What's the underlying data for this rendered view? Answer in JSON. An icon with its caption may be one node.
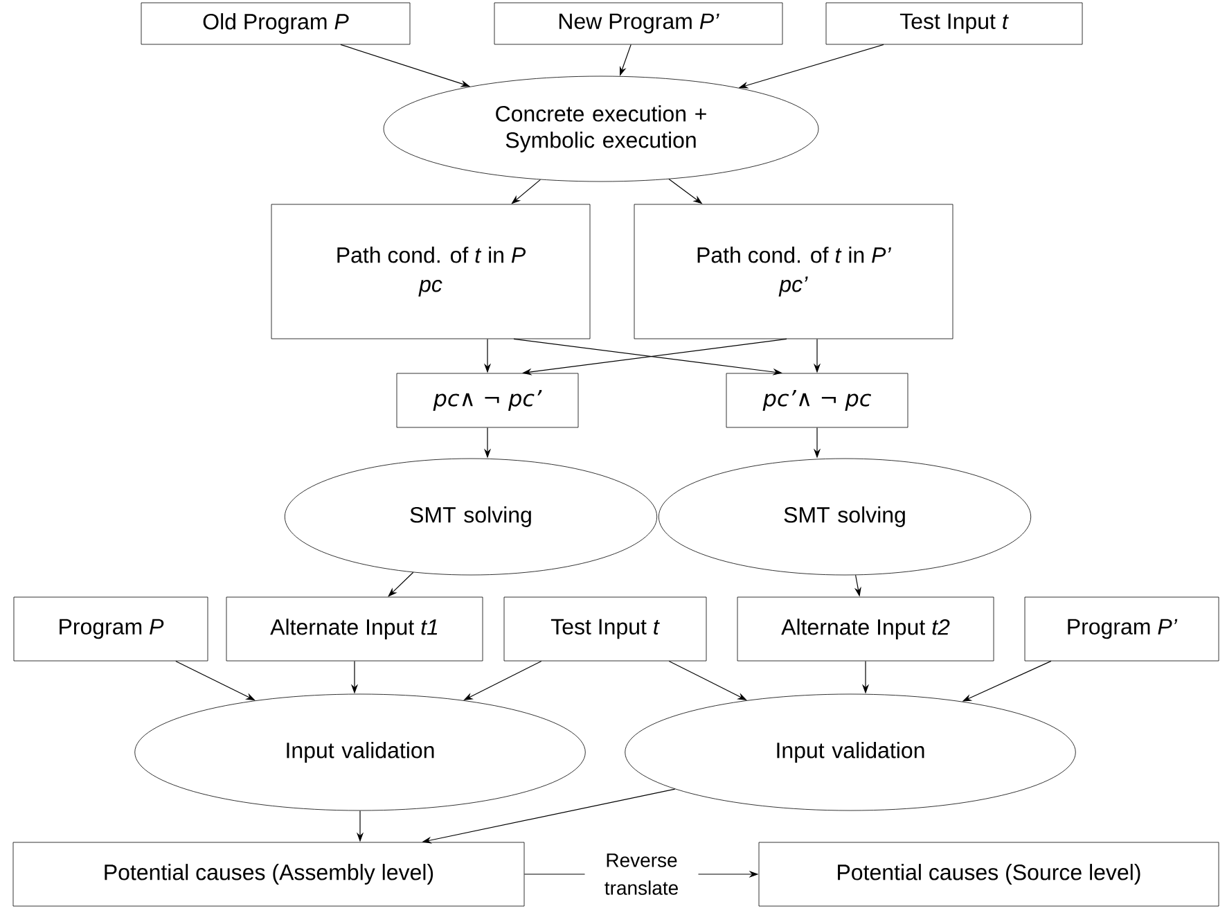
{
  "diagram": {
    "nodes": [
      {
        "text": [
          "Old Program *P*"
        ]
      },
      {
        "text": [
          "New Program *P’*"
        ]
      },
      {
        "text": [
          "Test Input *t*"
        ]
      },
      {
        "text": [
          "Concrete execution + Symbolic execution"
        ]
      },
      {
        "text": [
          "Path cond. of *t* in *P*",
          "*pc*"
        ]
      },
      {
        "text": [
          "Path cond. of *t* in *P’*",
          "*pc’*"
        ]
      },
      {
        "text": [
          "*pc*∧ ¬ *pc’*"
        ]
      },
      {
        "text": [
          "*pc’*∧ ¬ *pc*"
        ]
      },
      {
        "text": [
          "SMT solving"
        ]
      },
      {
        "text": [
          "SMT solving"
        ]
      },
      {
        "text": [
          "Program *P*"
        ]
      },
      {
        "text": [
          "Alternate Input *t1*"
        ]
      },
      {
        "text": [
          "Test Input *t*"
        ]
      },
      {
        "text": [
          "Alternate Input *t2*"
        ]
      },
      {
        "text": [
          "Program *P’*"
        ]
      },
      {
        "text": [
          "Input validation"
        ]
      },
      {
        "text": [
          "Input validation"
        ]
      },
      {
        "text": [
          "Potential causes (Assembly level)"
        ]
      },
      {
        "text": [
          "Potential causes (Source level)"
        ]
      }
    ],
    "edges": [
      {
        "from": 0,
        "to": 3,
        "arrow": "to"
      },
      {
        "from": 1,
        "to": 3,
        "arrow": "to"
      },
      {
        "from": 2,
        "to": 3,
        "arrow": "to"
      },
      {
        "from": 3,
        "to": 4,
        "arrow": "to"
      },
      {
        "from": 3,
        "to": 5,
        "arrow": "to"
      },
      {
        "from": 4,
        "to": 6,
        "arrow": "to"
      },
      {
        "from": 4,
        "to": 7,
        "arrow": "to"
      },
      {
        "from": 5,
        "to": 6,
        "arrow": "to"
      },
      {
        "from": 5,
        "to": 7,
        "arrow": "to"
      },
      {
        "from": 6,
        "to": 8,
        "arrow": "to"
      },
      {
        "from": 7,
        "to": 9,
        "arrow": "to"
      },
      {
        "from": 8,
        "to": 11,
        "arrow": "to"
      },
      {
        "from": 9,
        "to": 13,
        "arrow": "to"
      },
      {
        "from": 10,
        "to": 15,
        "arrow": "to"
      },
      {
        "from": 11,
        "to": 15,
        "arrow": "to"
      },
      {
        "from": 12,
        "to": 15,
        "arrow": "to"
      },
      {
        "from": 12,
        "to": 16,
        "arrow": "to"
      },
      {
        "from": 13,
        "to": 16,
        "arrow": "to"
      },
      {
        "from": 14,
        "to": 16,
        "arrow": "to"
      },
      {
        "from": 15,
        "to": 17,
        "arrow": "to"
      },
      {
        "from": 16,
        "to": 17,
        "arrow": "to"
      },
      {
        "from": 17,
        "to": 18,
        "arrow": "to",
        "label": "Reverse translate"
      }
    ]
  }
}
